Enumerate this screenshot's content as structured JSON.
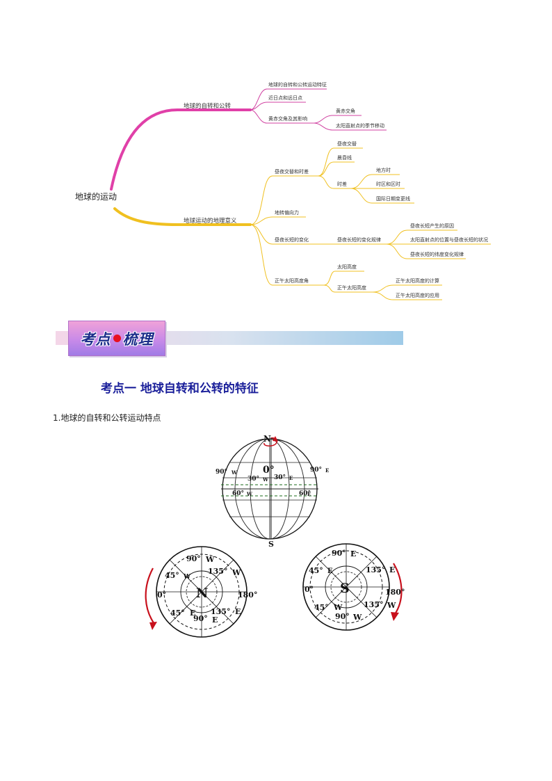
{
  "mindmap": {
    "root": "地球的运动",
    "branch1": {
      "label": "地球的自转和公转",
      "items": [
        "地球的自转和公转运动特征",
        "近日点和远日点",
        "黄赤交角及其影响"
      ],
      "sub": [
        "黄赤交角",
        "太阳直射点的季节移动"
      ]
    },
    "branch2": {
      "label": "地球运动的地理意义",
      "items": [
        "昼夜交替和时差",
        "地转偏向力",
        "昼夜长短的变化",
        "正午太阳高度角"
      ],
      "daynight": [
        "昼夜交替",
        "晨昏线",
        "时差"
      ],
      "timediff": [
        "地方时",
        "时区和区时",
        "国际日期变更线"
      ],
      "lengthrule": "昼夜长短的变化规律",
      "lengthsub": [
        "昼夜长短产生的原因",
        "太阳直射点的位置与昼夜长短的状况",
        "昼夜长短的纬度变化规律"
      ],
      "noon": [
        "太阳高度",
        "正午太阳高度"
      ],
      "noonsub": [
        "正午太阳高度的计算",
        "正午太阳高度的应用"
      ]
    }
  },
  "banner": {
    "part1": "考点",
    "part2": "梳理"
  },
  "section_title": "考点一  地球自转和公转的特征",
  "paragraph": "1.地球的自转和公转运动特点",
  "figure": {
    "globe": {
      "north": "N",
      "south": "S",
      "center": "0°",
      "left90": "90°",
      "left90_dir": "W",
      "right90": "90°",
      "right90_dir": "E",
      "l30": "30°",
      "l30_dir": "W",
      "r30": "30°",
      "r30_dir": "E",
      "l60": "60°",
      "l60_dir": "W",
      "r60": "60°",
      "r60_dir": "E"
    },
    "north_pole": {
      "center": "N",
      "top": "90°",
      "top_dir": "W",
      "ul": "45°",
      "ul_dir": "W",
      "ur": "135°",
      "ur_dir": "W",
      "left": "0°",
      "right": "180°",
      "ll": "45°",
      "ll_dir": "E",
      "bottom": "90°",
      "bottom_dir": "E",
      "lr": "135°",
      "lr_dir": "E"
    },
    "south_pole": {
      "center": "S",
      "top": "90°",
      "top_dir": "E",
      "ul": "45°",
      "ul_dir": "E",
      "ur": "135°",
      "ur_dir": "E",
      "left": "0°",
      "right": "180°",
      "ll": "45°",
      "ll_dir": "W",
      "bottom": "90°",
      "bottom_dir": "W",
      "lr": "135°",
      "lr_dir": "W"
    }
  },
  "colors": {
    "pink_branch": "#e040a8",
    "yellow_branch": "#f0c020",
    "title_blue": "#1a1f9a",
    "arrow_red": "#c8101c"
  }
}
